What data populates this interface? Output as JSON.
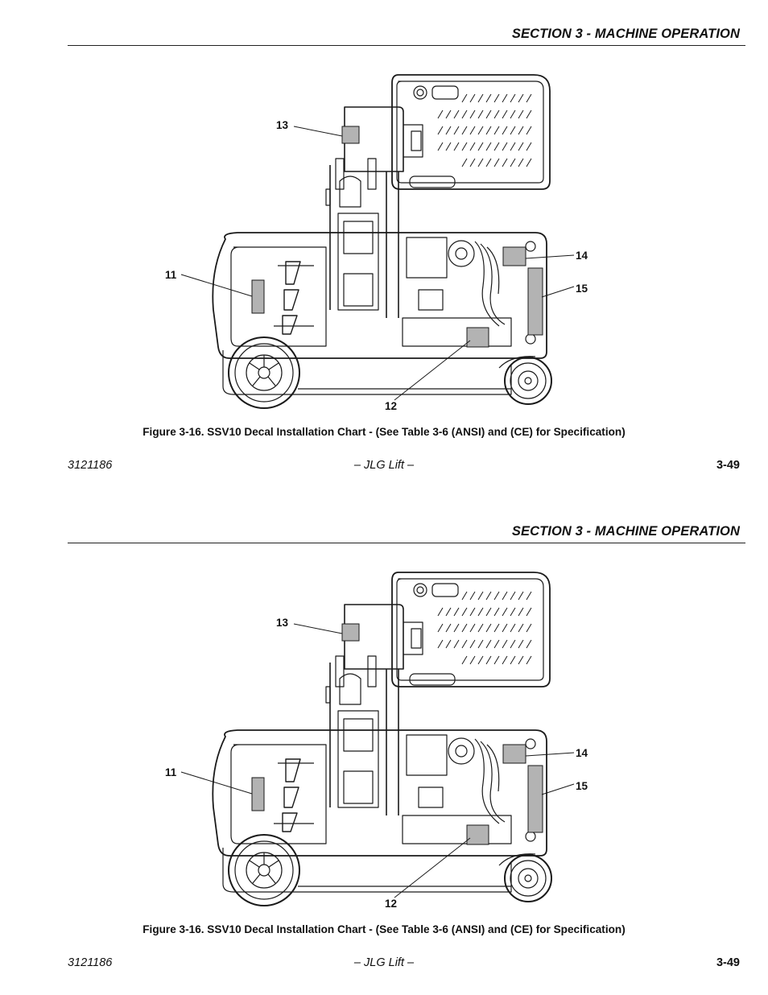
{
  "pages": [
    {
      "section_title": "SECTION 3 - MACHINE OPERATION",
      "figure_caption": "Figure 3-16. SSV10 Decal Installation Chart - (See Table 3-6 (ANSI) and (CE) for Specification)",
      "callouts": {
        "c11": "11",
        "c12": "12",
        "c13": "13",
        "c14": "14",
        "c15": "15"
      },
      "footer": {
        "doc_number": "3121186",
        "publisher": "– JLG Lift –",
        "page_number": "3-49"
      }
    },
    {
      "section_title": "SECTION 3 - MACHINE OPERATION",
      "figure_caption": "Figure 3-16. SSV10 Decal Installation Chart - (See Table 3-6 (ANSI) and (CE) for Specification)",
      "callouts": {
        "c11": "11",
        "c12": "12",
        "c13": "13",
        "c14": "14",
        "c15": "15"
      },
      "footer": {
        "doc_number": "3121186",
        "publisher": "– JLG Lift –",
        "page_number": "3-49"
      }
    }
  ],
  "colors": {
    "decal_fill": "#b3b3b3",
    "line": "#1a1a1a"
  }
}
